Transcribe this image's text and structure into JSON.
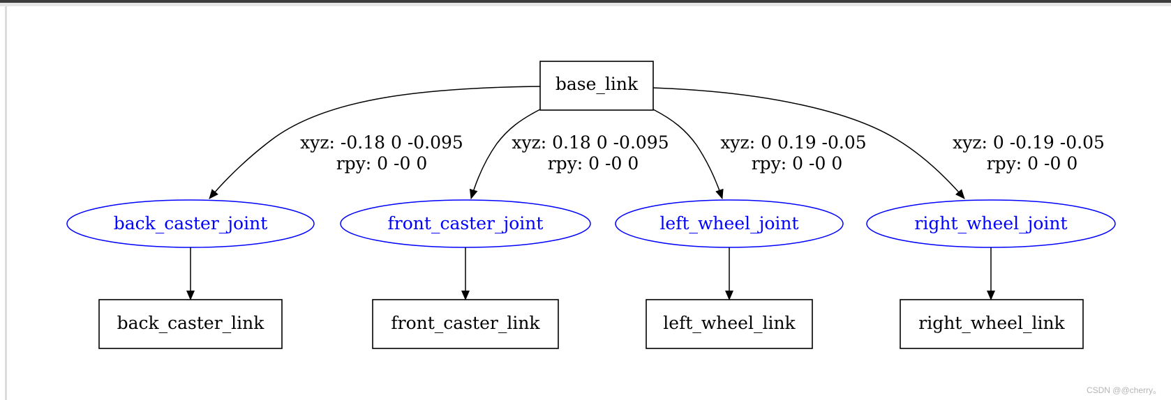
{
  "graph": {
    "root": {
      "label": "base_link"
    },
    "branches": [
      {
        "joint": "back_caster_joint",
        "link": "back_caster_link",
        "xyz": "xyz: -0.18 0 -0.095",
        "rpy": "rpy: 0 -0 0"
      },
      {
        "joint": "front_caster_joint",
        "link": "front_caster_link",
        "xyz": "xyz: 0.18 0 -0.095",
        "rpy": "rpy: 0 -0 0"
      },
      {
        "joint": "left_wheel_joint",
        "link": "left_wheel_link",
        "xyz": "xyz: 0 0.19 -0.05",
        "rpy": "rpy: 0 -0 0"
      },
      {
        "joint": "right_wheel_joint",
        "link": "right_wheel_link",
        "xyz": "xyz: 0 -0.19 -0.05",
        "rpy": "rpy: 0 -0 0"
      }
    ]
  },
  "colors": {
    "joint": "#0000ff",
    "link": "#000000",
    "edge": "#000000"
  },
  "watermark": "CSDN @@cherry。"
}
